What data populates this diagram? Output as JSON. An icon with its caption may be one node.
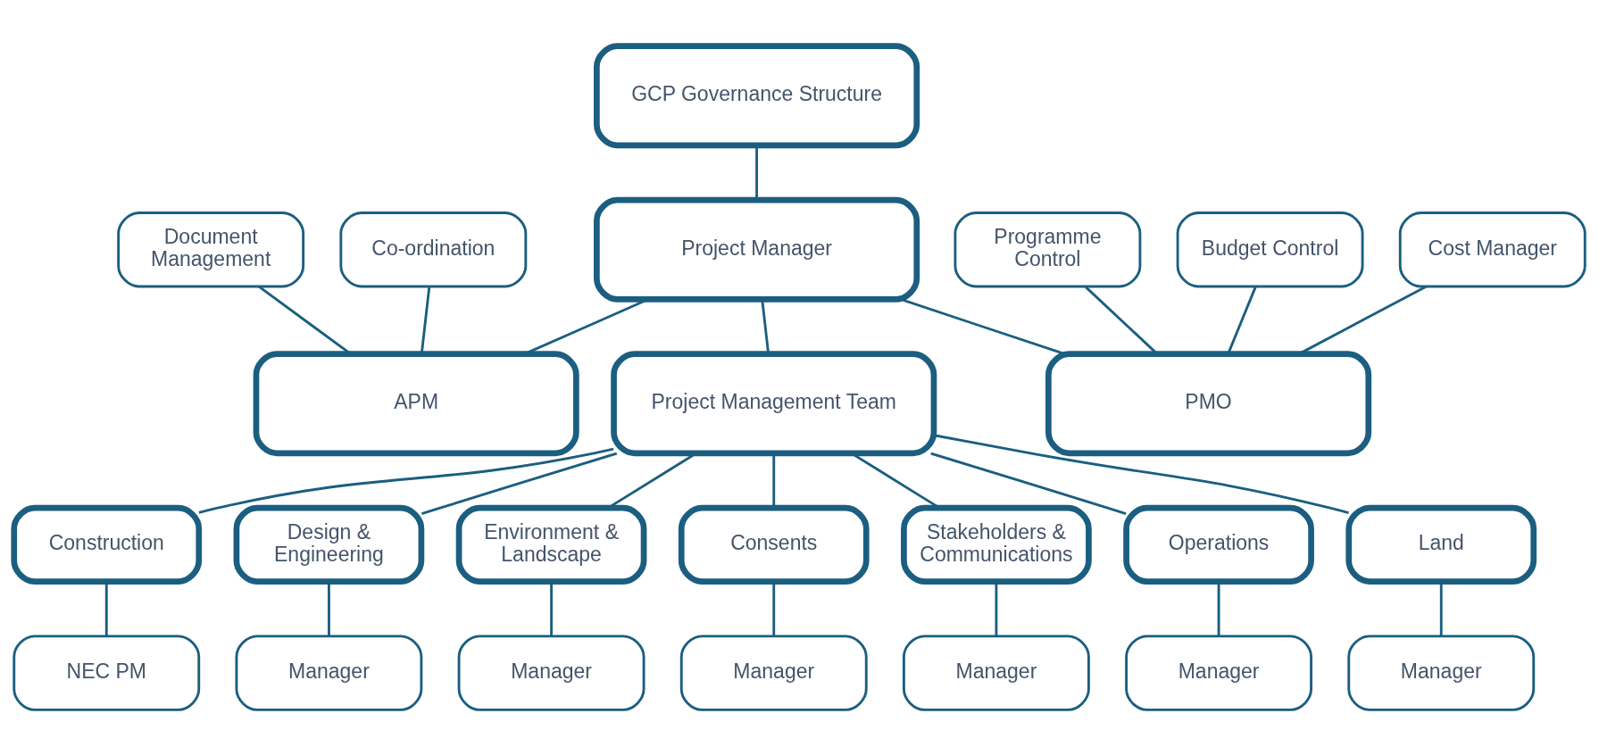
{
  "diagram": {
    "nodes": [
      {
        "text": [
          "GCP Governance Structure"
        ]
      },
      {
        "text": [
          "Project Manager"
        ]
      },
      {
        "text": [
          "Document Management"
        ]
      },
      {
        "text": [
          "Co-ordination"
        ]
      },
      {
        "text": [
          "APM"
        ]
      },
      {
        "text": [
          "Project Management Team"
        ]
      },
      {
        "text": [
          "PMO"
        ]
      },
      {
        "text": [
          "Programme Control"
        ]
      },
      {
        "text": [
          "Budget Control"
        ]
      },
      {
        "text": [
          "Cost Manager"
        ]
      },
      {
        "text": [
          "Construction"
        ]
      },
      {
        "text": [
          "Design & Engineering"
        ]
      },
      {
        "text": [
          "Environment & Landscape"
        ]
      },
      {
        "text": [
          "Consents"
        ]
      },
      {
        "text": [
          "Stakeholders & Communications"
        ]
      },
      {
        "text": [
          "Operations"
        ]
      },
      {
        "text": [
          "Land"
        ]
      },
      {
        "text": [
          "NEC PM"
        ]
      },
      {
        "text": [
          "Manager"
        ]
      },
      {
        "text": [
          "Manager"
        ]
      },
      {
        "text": [
          "Manager"
        ]
      },
      {
        "text": [
          "Manager"
        ]
      },
      {
        "text": [
          "Manager"
        ]
      },
      {
        "text": [
          "Manager"
        ]
      }
    ],
    "edges": [
      {
        "from": 0,
        "to": 1,
        "arrow": "none"
      },
      {
        "from": 1,
        "to": 4,
        "arrow": "none"
      },
      {
        "from": 1,
        "to": 5,
        "arrow": "none"
      },
      {
        "from": 1,
        "to": 6,
        "arrow": "none"
      },
      {
        "from": 2,
        "to": 4,
        "arrow": "none"
      },
      {
        "from": 3,
        "to": 4,
        "arrow": "none"
      },
      {
        "from": 7,
        "to": 6,
        "arrow": "none"
      },
      {
        "from": 8,
        "to": 6,
        "arrow": "none"
      },
      {
        "from": 9,
        "to": 6,
        "arrow": "none"
      },
      {
        "from": 5,
        "to": 10,
        "arrow": "none"
      },
      {
        "from": 5,
        "to": 11,
        "arrow": "none"
      },
      {
        "from": 5,
        "to": 12,
        "arrow": "none"
      },
      {
        "from": 5,
        "to": 13,
        "arrow": "none"
      },
      {
        "from": 5,
        "to": 14,
        "arrow": "none"
      },
      {
        "from": 5,
        "to": 15,
        "arrow": "none"
      },
      {
        "from": 5,
        "to": 16,
        "arrow": "none"
      },
      {
        "from": 10,
        "to": 17,
        "arrow": "none"
      },
      {
        "from": 11,
        "to": 18,
        "arrow": "none"
      },
      {
        "from": 12,
        "to": 19,
        "arrow": "none"
      },
      {
        "from": 13,
        "to": 20,
        "arrow": "none"
      },
      {
        "from": 14,
        "to": 21,
        "arrow": "none"
      },
      {
        "from": 15,
        "to": 22,
        "arrow": "none"
      },
      {
        "from": 16,
        "to": 23,
        "arrow": "none"
      }
    ]
  }
}
